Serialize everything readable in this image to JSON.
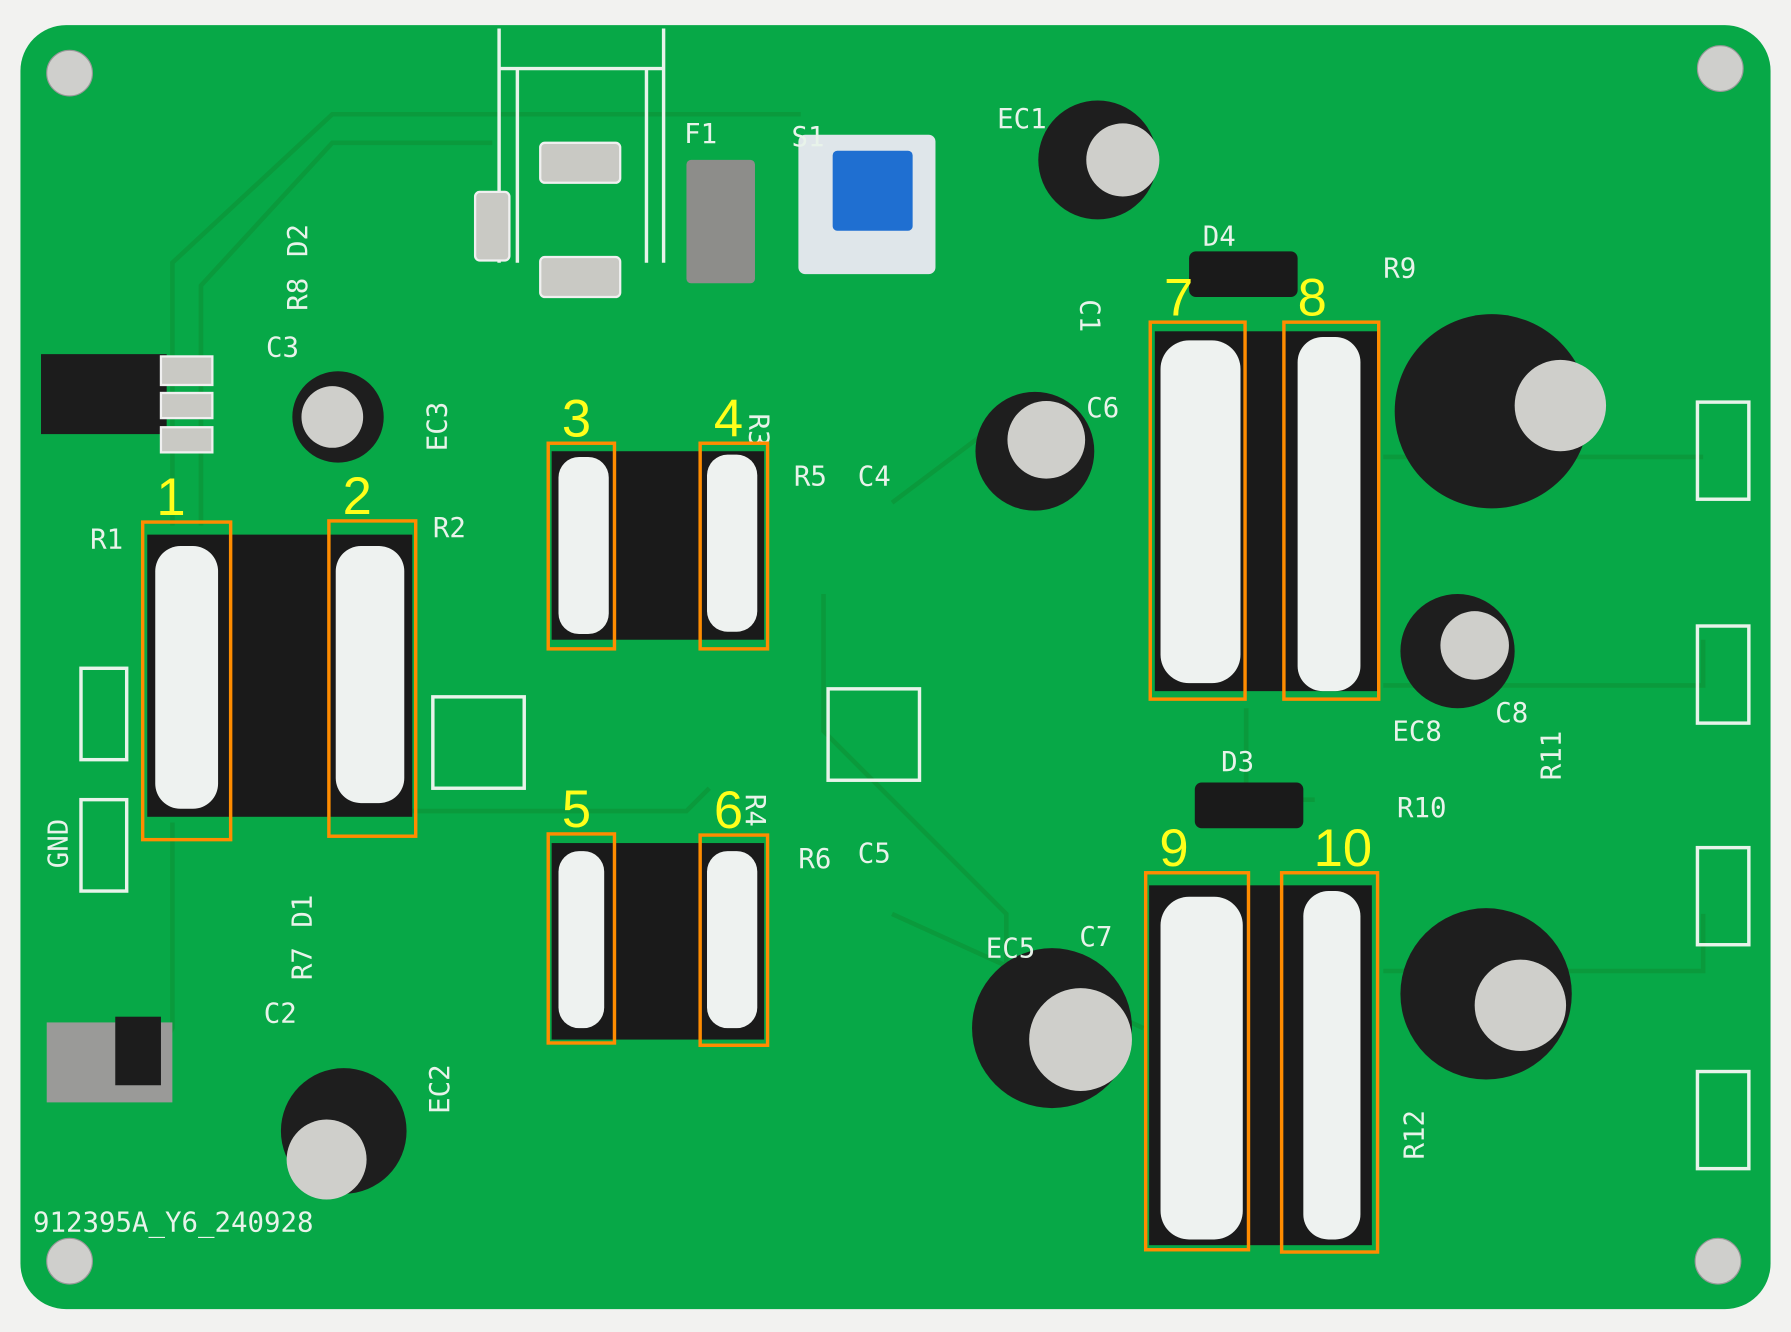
{
  "board": {
    "code": "912395A_Y6_240928",
    "colors": {
      "board": "#07a847",
      "annotation_box": "#ff8c00",
      "annotation_number": "#ffff1a",
      "silkscreen": "#e8f3ea"
    },
    "silkscreen_labels": [
      "F1",
      "S1",
      "EC1",
      "C1",
      "D4",
      "R9",
      "D2",
      "R8",
      "C3",
      "EC3",
      "R3",
      "R5",
      "C4",
      "C6",
      "R1",
      "R2",
      "R4",
      "R6",
      "C5",
      "EC5",
      "C7",
      "D1",
      "R7",
      "C2",
      "EC2",
      "GND",
      "D3",
      "R10",
      "EC8",
      "C8",
      "R11",
      "R12"
    ]
  },
  "annotations": [
    "1",
    "2",
    "3",
    "4",
    "5",
    "6",
    "7",
    "8",
    "9",
    "10"
  ]
}
